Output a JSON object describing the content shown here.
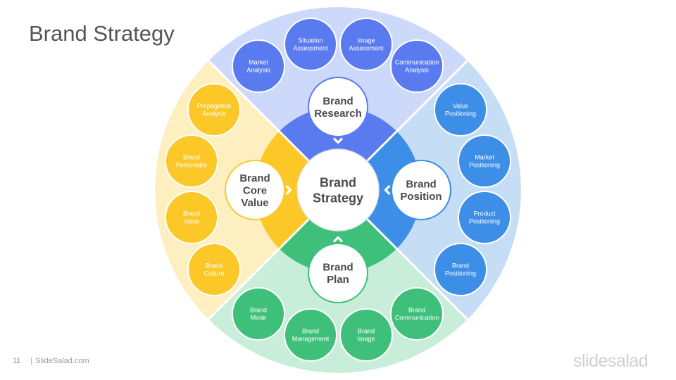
{
  "slide": {
    "title": "Brand Strategy",
    "page_number": "11",
    "footer_separator": "|",
    "footer_text": "SlideSalad.com",
    "logo": "slidesalad"
  },
  "diagram": {
    "center": [
      "Brand",
      "Strategy"
    ],
    "sections": [
      {
        "name": "research",
        "label": [
          "Brand",
          "Research"
        ],
        "color": "#5a7bef",
        "light": "#cdd9fb",
        "chevron": "chevron-down-icon",
        "items": [
          [
            "Market",
            "Analysis"
          ],
          [
            "Situation",
            "Assessment"
          ],
          [
            "Image",
            "Assessment"
          ],
          [
            "Communication",
            "Analysis"
          ]
        ]
      },
      {
        "name": "position",
        "label": [
          "Brand",
          "Position"
        ],
        "color": "#3d8ee6",
        "light": "#c6ddf6",
        "chevron": "chevron-left-icon",
        "items": [
          [
            "Value",
            "Positioning"
          ],
          [
            "Market",
            "Positioning"
          ],
          [
            "Product",
            "Positioning"
          ],
          [
            "Brand",
            "Positioning"
          ]
        ]
      },
      {
        "name": "plan",
        "label": [
          "Brand",
          "Plan"
        ],
        "color": "#3ec07b",
        "light": "#c8eed9",
        "chevron": "chevron-up-icon",
        "items": [
          [
            "Brand",
            "Communication"
          ],
          [
            "Brand",
            "Image"
          ],
          [
            "Brand",
            "Management"
          ],
          [
            "Brand",
            "Mode"
          ]
        ]
      },
      {
        "name": "core-value",
        "label": [
          "Brand",
          "Core",
          "Value"
        ],
        "color": "#fbc828",
        "light": "#fdefbf",
        "chevron": "chevron-right-icon",
        "items": [
          [
            "Brand",
            "Culture"
          ],
          [
            "Brand",
            "Value"
          ],
          [
            "Brand",
            "Personality"
          ],
          [
            "Propagation",
            "Analysis"
          ]
        ]
      }
    ]
  }
}
